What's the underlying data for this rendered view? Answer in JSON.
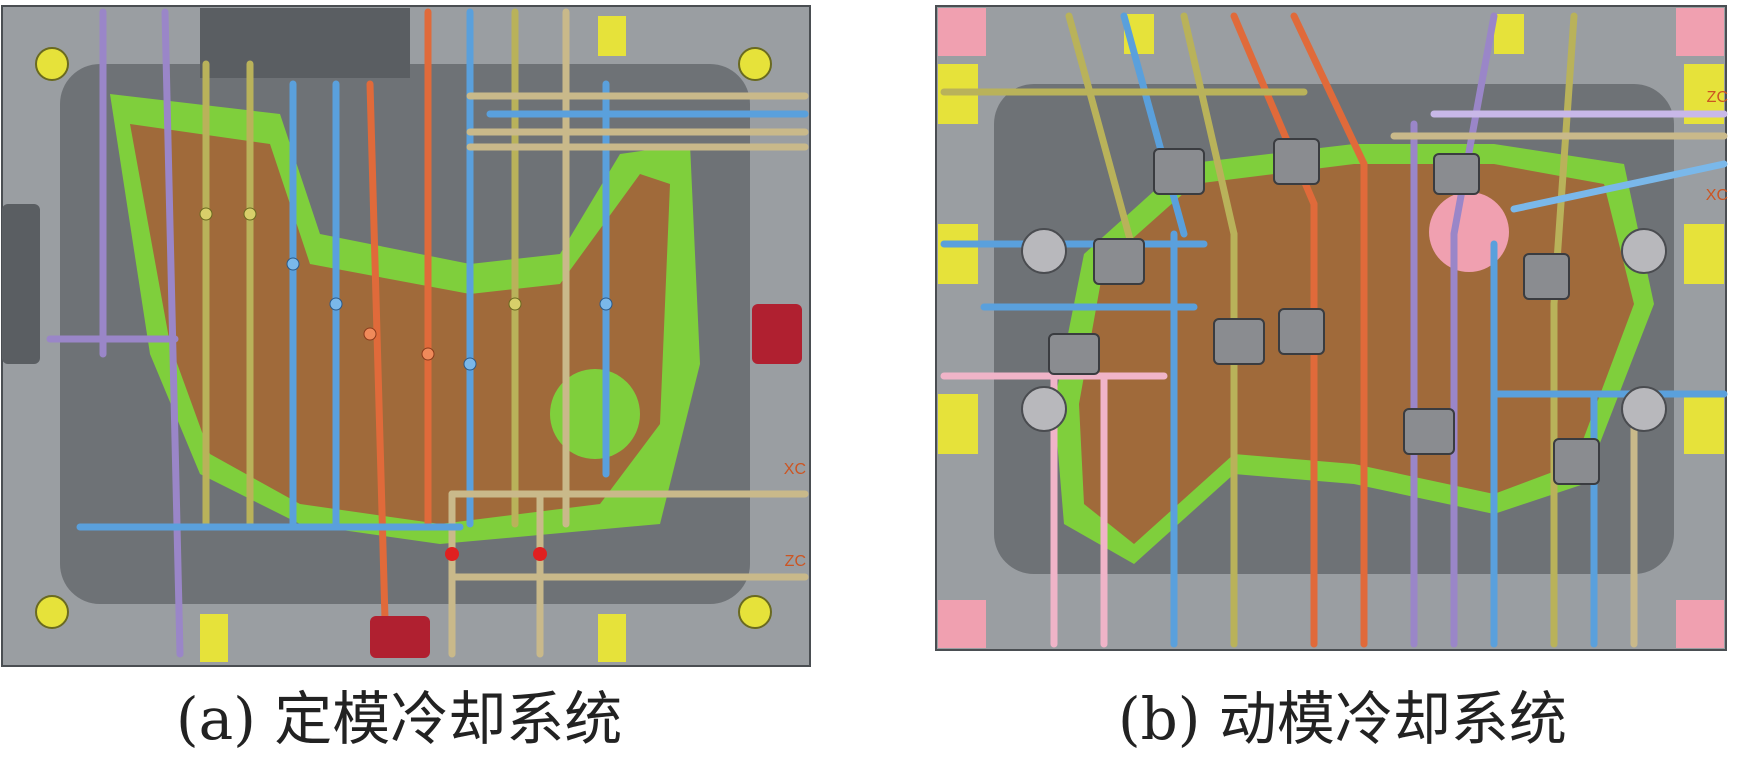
{
  "panels": [
    {
      "id": "a",
      "caption": "(a) 定模冷却系统",
      "axis_labels": [
        "XC",
        "ZC"
      ]
    },
    {
      "id": "b",
      "caption": "(b) 动模冷却系统",
      "axis_labels": [
        "ZC",
        "XC"
      ]
    }
  ],
  "colors": {
    "frame_grey": "#9a9ea2",
    "plate_dark": "#6e7276",
    "part_brown": "#a06a3a",
    "insert_green": "#6cc93a",
    "pipe_blue": "#5aa0dc",
    "pipe_orange": "#e06a3a",
    "pipe_olive": "#b9b25a",
    "pipe_tan": "#c9b98a",
    "pipe_purple": "#9a86c8",
    "pipe_pink": "#f0b4c8",
    "bushing_yellow": "#e6e23a",
    "fitting_red": "#b02030",
    "axis_orange": "#cc5522"
  }
}
